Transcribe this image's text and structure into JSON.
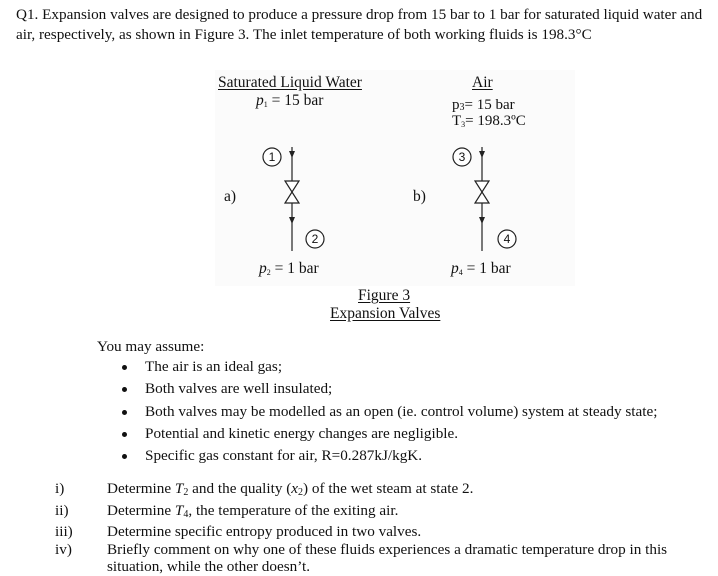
{
  "question": {
    "intro": "Q1. Expansion valves are designed to produce a pressure drop from 15 bar to 1 bar for saturated liquid water and air, respectively, as shown in Figure 3. The inlet temperature of both working fluids is 198.3°C"
  },
  "figure": {
    "left": {
      "panel_label": "a)",
      "fluid_title": "Saturated Liquid Water",
      "inlet_p_symbol": "p",
      "inlet_p_sub": "1",
      "inlet_p_value": " = 15 bar",
      "inlet_state": "1",
      "outlet_state": "2",
      "outlet_p_symbol": "p",
      "outlet_p_sub": "2",
      "outlet_p_value": " = 1 bar"
    },
    "right": {
      "panel_label": "b)",
      "fluid_title": "Air",
      "inlet_p_symbol": "p",
      "inlet_p_sub": "3",
      "inlet_p_value": "= 15 bar",
      "inlet_T_symbol": "T",
      "inlet_T_sub": "3",
      "inlet_T_value": "= 198.3ºC",
      "inlet_state": "3",
      "outlet_state": "4",
      "outlet_p_symbol": "p",
      "outlet_p_sub": "4",
      "outlet_p_value": " = 1 bar"
    },
    "caption_number": "Figure 3",
    "caption_title": "Expansion Valves"
  },
  "assumptions": {
    "title": "You may assume:",
    "items": [
      "The air is an ideal gas;",
      "Both valves are well insulated;",
      "Both valves may be modelled as an open (ie. control volume) system at steady state;",
      "Potential and kinetic energy changes are negligible.",
      "Specific gas constant for air, R=0.287kJ/kgK."
    ]
  },
  "tasks": [
    {
      "num": "i)",
      "pre": "Determine ",
      "sym": "T",
      "sub": "2",
      "post": " and the quality (",
      "sym2": "x",
      "sub2": "2",
      "post2": ") of the wet steam at state 2."
    },
    {
      "num": "ii)",
      "pre": "Determine ",
      "sym": "T",
      "sub": "4",
      "post": ", the temperature of the exiting air."
    },
    {
      "num": "iii)",
      "text": "Determine specific entropy produced in two valves."
    },
    {
      "num": "iv)",
      "text": "Briefly comment on why one of these fluids experiences a dramatic temperature drop in this situation, while the other doesn’t."
    }
  ]
}
